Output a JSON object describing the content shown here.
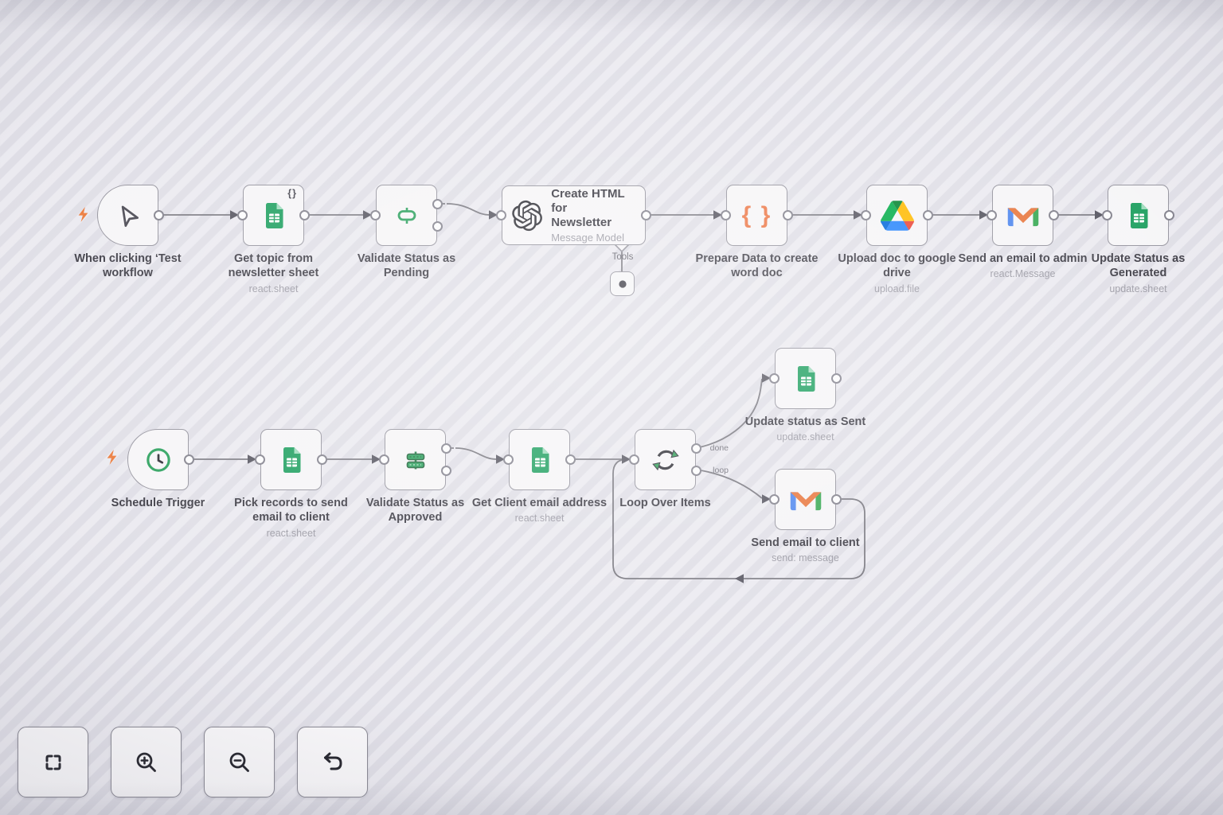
{
  "colors": {
    "canvas_stripe_light": "#ebeaf0",
    "canvas_stripe_dark": "#dfdee6",
    "node_background": "#f6f5f7",
    "node_border": "#95949e",
    "connector": "#78777f",
    "label_text": "#3c3b44",
    "sublabel_text": "#9b9aa4",
    "green_accent": "#2aa05c",
    "orange_accent": "#ec7746",
    "trigger_bolt": "#ec7b3c",
    "gmail_blue": "#4e86ee",
    "gmail_green": "#36a852",
    "gmail_orange": "#e8763d",
    "drive_green": "#00ac47",
    "drive_blue": "#2684fc",
    "drive_yellow": "#ffba00"
  },
  "workflow_top": {
    "nodes": [
      {
        "id": "manual-trigger",
        "label": "When clicking ‘Test\nworkflow",
        "icon": "cursor-icon"
      },
      {
        "id": "get-topic",
        "label": "Get topic from\nnewsletter sheet",
        "sublabel": "react.sheet",
        "badge": "{}",
        "icon": "google-sheets-icon"
      },
      {
        "id": "validate-pending",
        "label": "Validate Status as\nPending",
        "icon": "signpost-icon"
      },
      {
        "id": "create-html",
        "title": "Create HTML for\nNewsletter",
        "sublabel": "Message Model",
        "icon": "openai-icon",
        "tools_port_label": "Tools"
      },
      {
        "id": "prepare-data",
        "label": "Prepare Data to create\nword doc",
        "icon": "braces-icon",
        "braces_glyph": "{ }"
      },
      {
        "id": "upload-drive",
        "label": "Upload doc to google\ndrive",
        "sublabel": "upload.file",
        "icon": "google-drive-icon"
      },
      {
        "id": "email-admin",
        "label": "Send an email to admin",
        "sublabel": "react.Message",
        "icon": "gmail-icon"
      },
      {
        "id": "update-generated",
        "label": "Update Status as\nGenerated",
        "sublabel": "update.sheet",
        "icon": "google-sheets-icon"
      }
    ]
  },
  "workflow_bottom": {
    "nodes": [
      {
        "id": "schedule-trigger",
        "label": "Schedule Trigger",
        "icon": "clock-icon"
      },
      {
        "id": "pick-records",
        "label": "Pick records to send\nemail to client",
        "sublabel": "react.sheet",
        "icon": "google-sheets-icon"
      },
      {
        "id": "validate-approved",
        "label": "Validate Status as\nApproved",
        "icon": "signpost-double-icon"
      },
      {
        "id": "get-client-email",
        "label": "Get Client email address",
        "sublabel": "react.sheet",
        "icon": "google-sheets-icon"
      },
      {
        "id": "loop-items",
        "label": "Loop Over Items",
        "icon": "loop-icon",
        "output_labels": [
          "done",
          "loop"
        ]
      },
      {
        "id": "update-sent",
        "label": "Update status as Sent",
        "sublabel": "update.sheet",
        "icon": "google-sheets-icon"
      },
      {
        "id": "send-client",
        "label": "Send email to client",
        "sublabel": "send: message",
        "icon": "gmail-icon"
      }
    ]
  },
  "controls": [
    {
      "id": "fit-view",
      "icon": "fit-view-icon"
    },
    {
      "id": "zoom-in",
      "icon": "zoom-in-icon"
    },
    {
      "id": "zoom-out",
      "icon": "zoom-out-icon"
    },
    {
      "id": "undo",
      "icon": "undo-icon"
    }
  ]
}
